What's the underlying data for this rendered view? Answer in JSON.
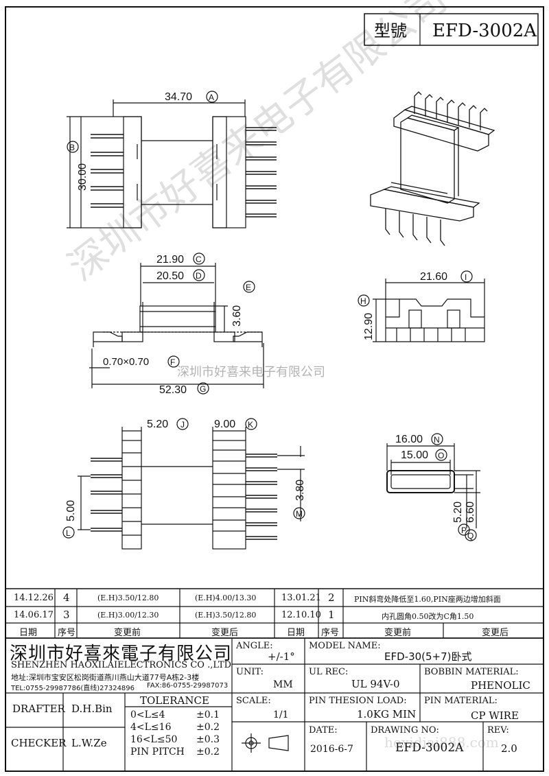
{
  "header": {
    "model_label": "型號",
    "model_value": "EFD-3002A"
  },
  "dims": {
    "d_a": "34.70",
    "m_a": "A",
    "d_b": "30.00",
    "m_b": "B",
    "d_c": "21.90",
    "m_c": "C",
    "d_d": "20.50",
    "m_d": "D",
    "d_e": "3.60",
    "m_e": "E",
    "d_f": "0.70×0.70",
    "m_f": "F",
    "d_g": "52.30",
    "m_g": "G",
    "d_h": "12.90",
    "m_h": "H",
    "d_i": "21.60",
    "m_i": "I",
    "d_j": "5.20",
    "m_j": "J",
    "d_k": "9.00",
    "m_k": "K",
    "d_l": "5.00",
    "m_l": "L",
    "d_m": "3.80",
    "m_m": "M",
    "d_n": "16.00",
    "m_n": "N",
    "d_o": "15.00",
    "m_o": "O",
    "d_p": "5.20",
    "m_p": "P",
    "d_q": "6.60",
    "m_q": "Q"
  },
  "watermark": {
    "big": "深圳市好喜来电子有限公司",
    "small": "深圳市好喜来电子有限公司"
  },
  "revisions": {
    "rows": [
      {
        "date": "14.12.26",
        "no": "4",
        "before": "(E.H)3.50/12.80",
        "after": "(E.H)4.00/13.30",
        "date2": "13.01.21",
        "no2": "2",
        "desc": "PIN斜弯处降低至1.60,PIN座两边增加斜面"
      },
      {
        "date": "14.06.17",
        "no": "3",
        "before": "(E.H)3.00/12.30",
        "after": "(E.H)3.50/12.80",
        "date2": "12.10.10",
        "no2": "1",
        "desc": "内孔圆角0.50改为C角1.50"
      }
    ],
    "headers": {
      "date": "日期",
      "no": "序号",
      "before": "变更前",
      "after": "变更后",
      "date2": "日期",
      "no2": "序号",
      "before2": "变更前",
      "after2": "变更后"
    }
  },
  "company": {
    "name_cn": "深圳市好喜來電子有限公司",
    "name_en": "SHENZHEN HAOXILAIELECTRONICS CO .,LTD",
    "address": "地址:深圳市宝安区松岗街道燕川燕山大道77号A栋2-3楼",
    "tel": "TEL:0755-29987786(直线)27324896",
    "fax": "FAX:86-0755-29987073"
  },
  "title_block": {
    "angle_label": "ANGLE:",
    "angle_value": "+/-1°",
    "model_name_label": "MODEL NAME:",
    "model_name_value": "EFD-30(5+7)卧式",
    "unit_label": "UNIT:",
    "unit_value": "MM",
    "ul_label": "UL REC:",
    "ul_value": "UL 94V-0",
    "bobbin_label": "BOBBIN MATERIAL:",
    "bobbin_value": "PHENOLIC",
    "scale_label": "SCALE:",
    "scale_value": "1/1",
    "pin_load_label": "PIN THESION LOAD:",
    "pin_load_value": "1.0KG MIN",
    "pin_mat_label": "PIN MATERIAL:",
    "pin_mat_value": "CP  WIRE",
    "date_label": "DATE:",
    "date_value": "2016-6-7",
    "drawing_label": "DRAWING NO:",
    "drawing_value": "EFD-3002A",
    "rev_label": "REV:",
    "rev_value": "2.0",
    "drafter_label": "DRAFTER",
    "drafter_value": "D.H.Bin",
    "checker_label": "CHECKER",
    "checker_value": "L.W.Ze",
    "tolerance_title": "TOLERANCE",
    "tol": [
      {
        "range": "0<L≤4",
        "val": "±0.1"
      },
      {
        "range": "4<L≤16",
        "val": "±0.2"
      },
      {
        "range": "16<L≤50",
        "val": "±0.3"
      },
      {
        "range": "PIN PITCH",
        "val": "±0.2"
      }
    ],
    "web_watermark": "hoxidiai888.com"
  }
}
